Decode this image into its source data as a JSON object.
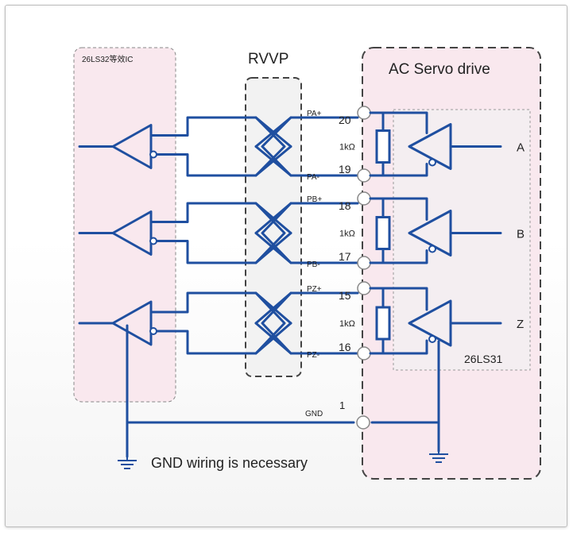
{
  "labels": {
    "left_ic": "26LS32等效IC",
    "cable": "RVVP",
    "drive": "AC Servo drive",
    "right_ic": "26LS31",
    "gnd_note": "GND wiring is necessary",
    "gnd_wire": "GND"
  },
  "channels": [
    {
      "pos_label": "PA+",
      "neg_label": "PA-",
      "pos_pin": "20",
      "neg_pin": "19",
      "resistor": "1kΩ",
      "output": "A"
    },
    {
      "pos_label": "PB+",
      "neg_label": "PB-",
      "pos_pin": "18",
      "neg_pin": "17",
      "resistor": "1kΩ",
      "output": "B"
    },
    {
      "pos_label": "PZ+",
      "neg_label": "PZ-",
      "pos_pin": "15",
      "neg_pin": "16",
      "resistor": "1kΩ",
      "output": "Z"
    }
  ],
  "gnd_pin": "1",
  "colors": {
    "wire": "#1f4fa0",
    "box_fill": "#f9e8ee",
    "box_border": "#777777"
  }
}
